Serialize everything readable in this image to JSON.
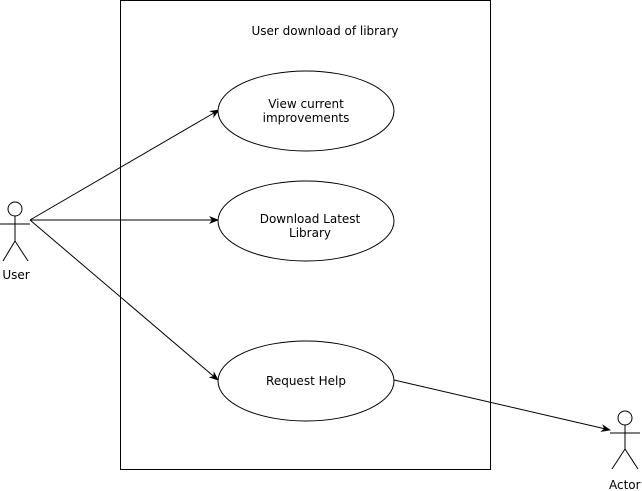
{
  "system": {
    "title": "User download of library"
  },
  "actors": {
    "user": {
      "label": "User"
    },
    "external": {
      "label": "Actor"
    }
  },
  "use_cases": {
    "view_improvements": {
      "line1": "View current",
      "line2": "improvements"
    },
    "download_latest": {
      "line1": "Download Latest",
      "line2": "Library"
    },
    "request_help": {
      "label": "Request Help"
    }
  },
  "relations": [
    {
      "from": "User",
      "to": "View current improvements"
    },
    {
      "from": "User",
      "to": "Download Latest Library"
    },
    {
      "from": "User",
      "to": "Request Help"
    },
    {
      "from": "Request Help",
      "to": "Actor"
    }
  ]
}
